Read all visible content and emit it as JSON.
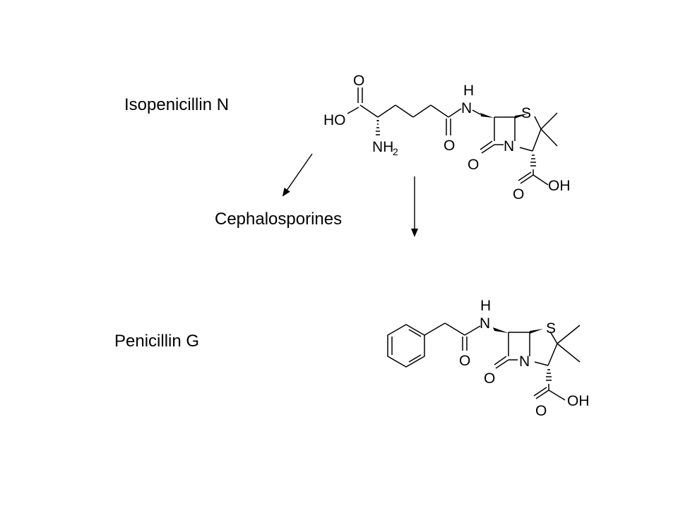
{
  "labels": {
    "isopenicillin": "Isopenicillin N",
    "cephalosporines": "Cephalosporines",
    "penicillin_g": "Penicillin G"
  },
  "atoms": {
    "O": "O",
    "HO": "HO",
    "H": "H",
    "N": "N",
    "S": "S",
    "NH": "NH",
    "sub2": "2",
    "OH": "OH"
  }
}
